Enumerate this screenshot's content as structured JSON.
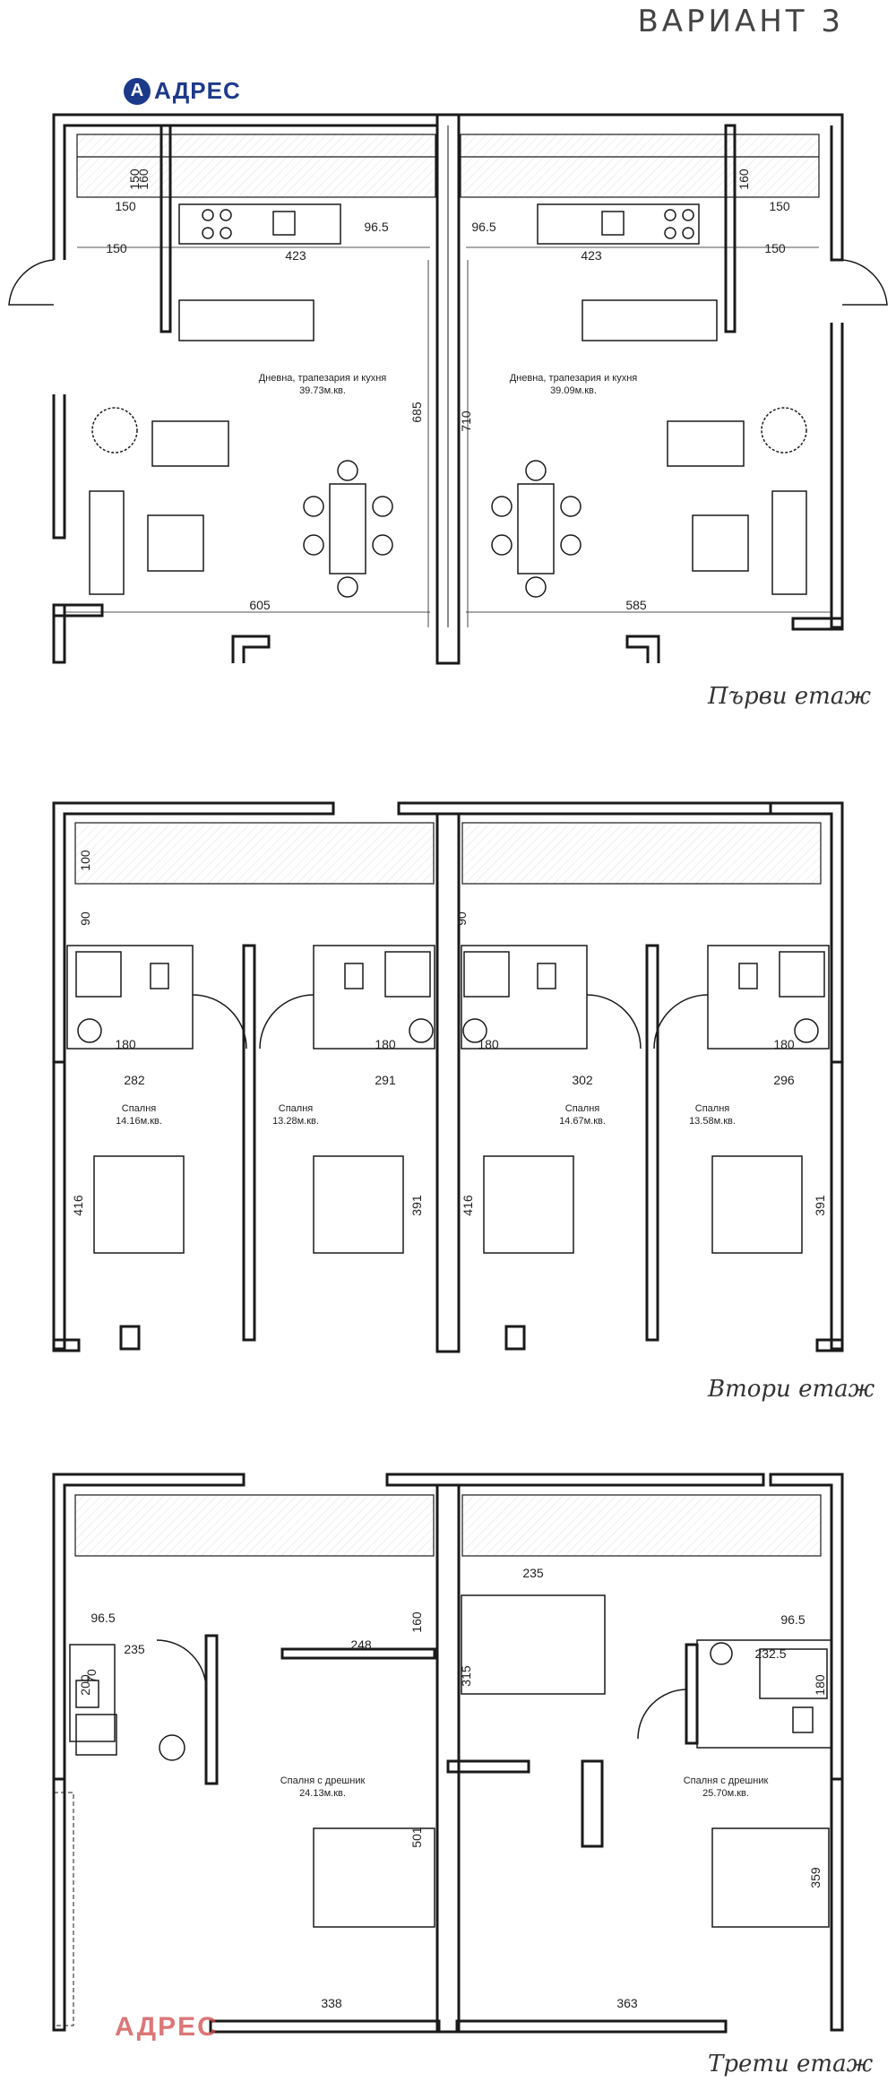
{
  "title": "ВАРИАНТ 3",
  "logo": {
    "text": "АДРЕС",
    "mark": "A"
  },
  "watermark": "АДРЕС",
  "floors": [
    {
      "name": "Първи етаж",
      "rooms": [
        {
          "name": "Дневна, трапезария и кухня",
          "area": "39.73м.кв."
        },
        {
          "name": "Дневна, трапезария и кухня",
          "area": "39.09м.кв."
        }
      ],
      "dims": [
        "150",
        "150",
        "150",
        "423",
        "96.5",
        "96.5",
        "423",
        "150",
        "150",
        "685",
        "710",
        "605",
        "585",
        "160",
        "160"
      ]
    },
    {
      "name": "Втори етаж",
      "rooms": [
        {
          "name": "Спалня",
          "area": "14.16м.кв."
        },
        {
          "name": "Спалня",
          "area": "13.28м.кв."
        },
        {
          "name": "Спалня",
          "area": "14.67м.кв."
        },
        {
          "name": "Спалня",
          "area": "13.58м.кв."
        }
      ],
      "dims": [
        "100",
        "90",
        "90",
        "180",
        "180",
        "180",
        "180",
        "282",
        "291",
        "302",
        "296",
        "416",
        "391",
        "416",
        "391"
      ]
    },
    {
      "name": "Трети етаж",
      "rooms": [
        {
          "name": "Спалня с дрешник",
          "area": "24.13м.кв."
        },
        {
          "name": "Спалня с дрешник",
          "area": "25.70м.кв."
        }
      ],
      "dims": [
        "96.5",
        "235",
        "200",
        "248",
        "160",
        "315",
        "235",
        "96.5",
        "232.5",
        "180",
        "501",
        "359",
        "338",
        "363",
        "70"
      ]
    }
  ],
  "colors": {
    "line": "#1a1a1a",
    "brand": "#1d3a8a",
    "watermark": "#d14a4a"
  }
}
